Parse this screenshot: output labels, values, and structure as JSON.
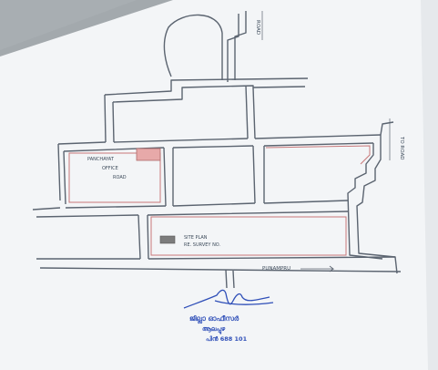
{
  "labels": {
    "top_road": "ROAD",
    "right_road": "TO ROAD",
    "bottom_road": "PUNAMPRU",
    "left_building_line1": "PANCHAYAT",
    "left_building_line2": "OFFICE",
    "left_building_line3": "ROAD",
    "site_line1": "SITE PLAN",
    "site_line2": "RE. SURVEY NO."
  },
  "stamp": {
    "line1": "ജില്ലാ ഓഫീസർ",
    "line2": "ആലപ്പുഴ",
    "line3": "പിൻ 688 101"
  },
  "colors": {
    "road_line": "#5b6470",
    "plot_red": "#c8787a",
    "stamp_blue": "#2f4fb8"
  }
}
